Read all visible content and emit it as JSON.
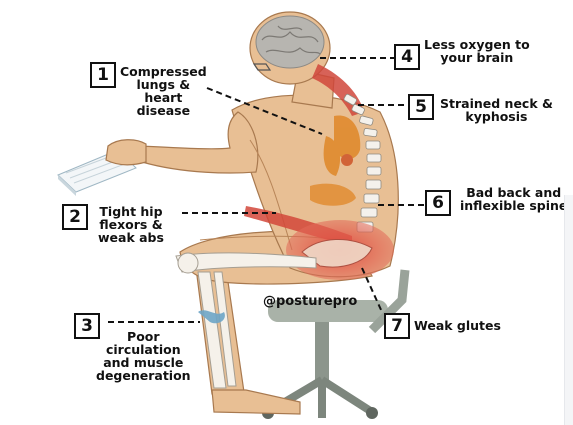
{
  "watermark": "@posturepro",
  "callouts": [
    {
      "number": "1",
      "lines": [
        "Compressed",
        "lungs &",
        "heart",
        "disease"
      ]
    },
    {
      "number": "2",
      "lines": [
        "Tight hip",
        "flexors &",
        "weak abs"
      ]
    },
    {
      "number": "3",
      "lines": [
        "Poor",
        "circulation",
        "and muscle",
        "degeneration"
      ]
    },
    {
      "number": "4",
      "lines": [
        "Less oxygen to",
        "your brain"
      ]
    },
    {
      "number": "5",
      "lines": [
        "Strained neck &",
        "kyphosis"
      ]
    },
    {
      "number": "6",
      "lines": [
        "Bad back and",
        "inflexible spine"
      ]
    },
    {
      "number": "7",
      "lines": [
        "Weak glutes"
      ]
    }
  ]
}
